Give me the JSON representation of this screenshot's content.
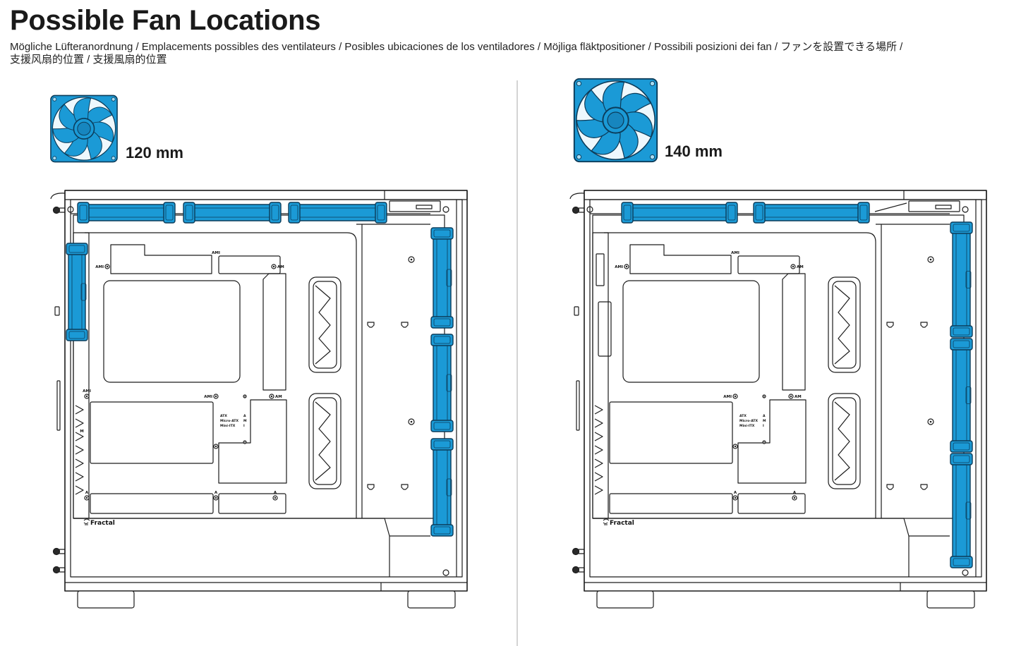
{
  "header": {
    "title": "Possible Fan Locations",
    "subtitle_lines": [
      "Mögliche Lüfteranordnung / Emplacements possibles des ventilateurs / Posibles ubicaciones de los ventiladores / Möjliga fläktpositioner / Possibili posizioni dei fan / ファンを設置できる場所 /",
      "支援风扇的位置 / 支援風扇的位置"
    ]
  },
  "panels": [
    {
      "fan_size_label": "120 mm",
      "fan_icon": "fan-120mm-icon"
    },
    {
      "fan_size_label": "140 mm",
      "fan_icon": "fan-140mm-icon"
    }
  ],
  "colors": {
    "fan_blue": "#1b9ad6",
    "fan_outline": "#0c3c5a",
    "line": "#1c1c1c",
    "divider": "#d4d4d4"
  },
  "diagram_labels": {
    "ami": "AMI",
    "am": "AM",
    "a": "A",
    "m": "M",
    "i": "I",
    "atx": "ATX",
    "micro_atx": "Micro-ATX",
    "mini_itx": "Mini-ITX"
  },
  "logo": {
    "text": "Fractal"
  }
}
